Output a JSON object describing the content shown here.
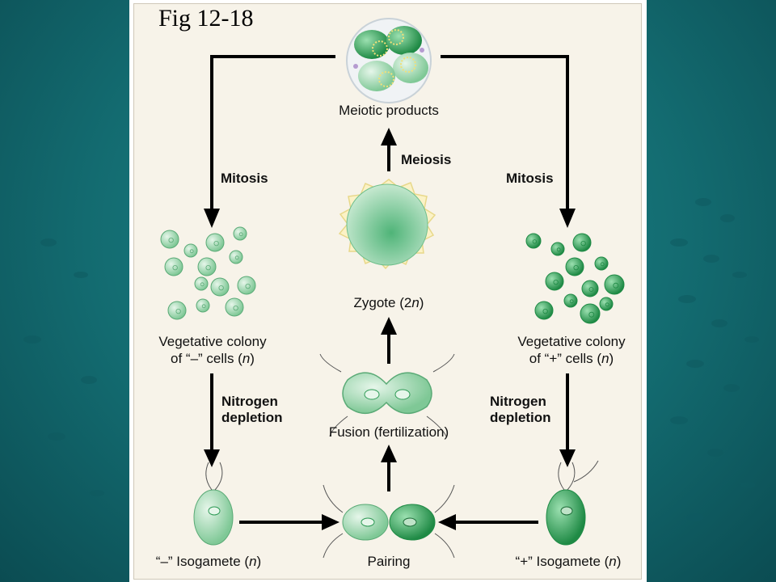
{
  "figure": {
    "title": "Fig 12-18",
    "labels": {
      "meiotic_products": "Meiotic products",
      "meiosis": "Meiosis",
      "mitosis_left": "Mitosis",
      "mitosis_right": "Mitosis",
      "zygote_prefix": "Zygote (2",
      "zygote_n": "n",
      "zygote_suffix": ")",
      "veg_minus_line1": "Vegetative colony",
      "veg_minus_line2_prefix": "of  “–” cells (",
      "veg_minus_n": "n",
      "veg_minus_suffix": ")",
      "veg_plus_line1": "Vegetative colony",
      "veg_plus_line2_prefix": "of  “+” cells (",
      "veg_plus_n": "n",
      "veg_plus_suffix": ")",
      "nitrogen_left_1": "Nitrogen",
      "nitrogen_left_2": "depletion",
      "nitrogen_right_1": "Nitrogen",
      "nitrogen_right_2": "depletion",
      "fusion": "Fusion (fertilization)",
      "iso_minus_prefix": "“–” Isogamete (",
      "iso_minus_n": "n",
      "iso_minus_suffix": ")",
      "pairing": "Pairing",
      "iso_plus_prefix": "“+” Isogamete (",
      "iso_plus_n": "n",
      "iso_plus_suffix": ")"
    }
  },
  "colors": {
    "background": "#136b70",
    "panel": "#f7f3e9",
    "arrow": "#000000",
    "cell_light": "#bfe3c8",
    "cell_dark": "#2e9a55"
  }
}
